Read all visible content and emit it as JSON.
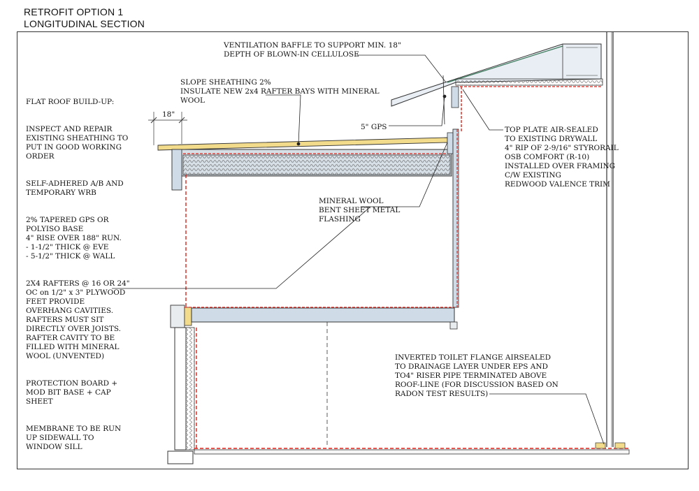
{
  "title": {
    "line1": "RETROFIT OPTION 1",
    "line2": "LONGITUDINAL SECTION"
  },
  "left_notes": [
    "FLAT ROOF BUILD-UP:",
    "INSPECT AND REPAIR\nEXISTING SHEATHING TO\nPUT IN GOOD WORKING\nORDER",
    "SELF-ADHERED A/B AND\nTEMPORARY WRB",
    "2% TAPERED GPS OR\nPOLYISO BASE\n4\" RISE OVER 188\" RUN.\n- 1-1/2\" THICK @ EVE\n- 5-1/2\" THICK @ WALL",
    "2X4 RAFTERS @ 16 OR 24\"\nOC on 1/2\" x 3\" PLYWOOD\nFEET PROVIDE\nOVERHANG CAVITIES.\nRAFTERS MUST SIT\nDIRECTLY OVER JOISTS.\nRAFTER CAVITY TO BE\nFILLED WITH MINERAL\nWOOL (UNVENTED)",
    "PROTECTION BOARD +\nMOD BIT BASE + CAP\nSHEET",
    "MEMBRANE TO BE RUN\nUP SIDEWALL TO\nWINDOW SILL"
  ],
  "callouts": {
    "ventilation": "VENTILATION BAFFLE TO SUPPORT MIN. 18\"\nDEPTH OF BLOWN-IN CELLULOSE",
    "slope": "SLOPE SHEATHING 2%\nINSULATE NEW 2x4 RAFTER BAYS WITH MINERAL\nWOOL",
    "overhang_dim": "18\"",
    "gps": "5\" GPS",
    "top_plate": "TOP PLATE AIR-SEALED\nTO EXISTING DRYWALL\n4\" RIP OF 2-9/16\" STYRORAIL\nOSB COMFORT (R-10)\nINSTALLED OVER FRAMING\nC/W EXISTING\nREDWOOD VALENCE TRIM",
    "mineral_wool": "MINERAL WOOL\nBENT SHEET METAL\nFLASHING",
    "toilet_flange": "INVERTED TOILET FLANGE AIRSEALED\nTO DRAINAGE LAYER UNDER EPS AND\nTO4\" RISER PIPE TERMINATED ABOVE\nROOF-LINE (FOR DISCUSSION BASED ON\nRADON TEST RESULTS)"
  },
  "colors": {
    "line": "#222222",
    "airseal": "#d9241c",
    "sheathing": "#f2dc8c",
    "wall_fill": "#cfdce8",
    "batt": "#b8b8b8",
    "frame": "#333333"
  }
}
